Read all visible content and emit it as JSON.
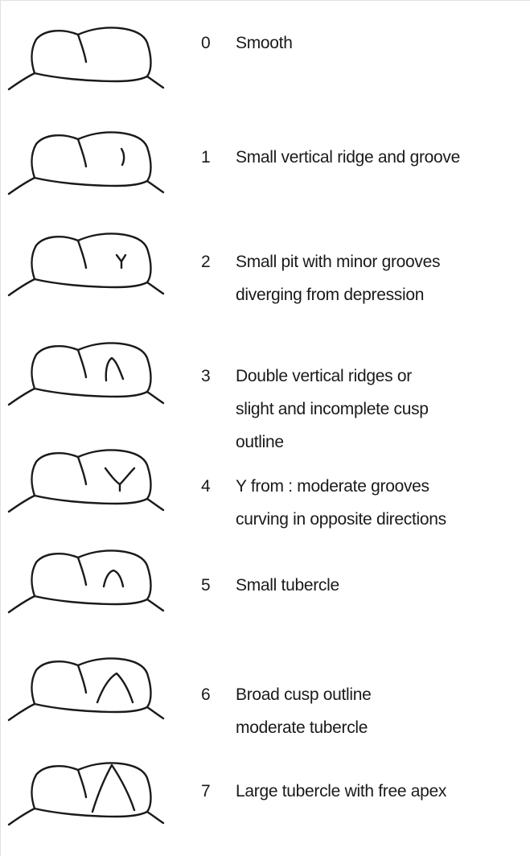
{
  "grades": [
    {
      "grade": "0",
      "lines": [
        "Smooth"
      ],
      "feature": "none"
    },
    {
      "grade": "1",
      "lines": [
        "Small vertical ridge and groove"
      ],
      "feature": "ridge"
    },
    {
      "grade": "2",
      "lines": [
        "Small pit with minor grooves",
        "diverging from depression"
      ],
      "feature": "pit-y"
    },
    {
      "grade": "3",
      "lines": [
        "Double vertical ridges or",
        "slight and incomplete cusp",
        "outline"
      ],
      "feature": "double-ridge"
    },
    {
      "grade": "4",
      "lines": [
        "Y from : moderate grooves",
        "curving in opposite directions"
      ],
      "feature": "y-groove"
    },
    {
      "grade": "5",
      "lines": [
        "Small tubercle"
      ],
      "feature": "small-tubercle"
    },
    {
      "grade": "6",
      "lines": [
        "Broad cusp outline",
        "moderate tubercle"
      ],
      "feature": "moderate-tubercle"
    },
    {
      "grade": "7",
      "lines": [
        "Large tubercle with free apex"
      ],
      "feature": "large-tubercle"
    }
  ]
}
